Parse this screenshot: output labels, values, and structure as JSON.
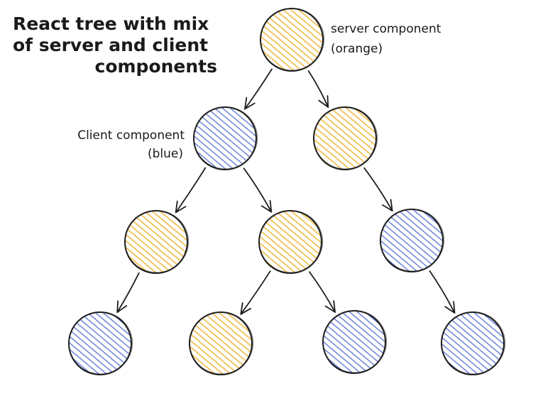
{
  "title_lines": [
    "React tree with mix",
    "of server and client",
    "components"
  ],
  "annotations": {
    "server_line1": "server component",
    "server_line2": "(orange)",
    "client_line1": "Client component",
    "client_line2": "(blue)"
  },
  "colors": {
    "server": "#f2bd4b",
    "client": "#6d83db",
    "stroke": "#1e1e1e"
  },
  "nodes": [
    {
      "id": "n1",
      "type": "server"
    },
    {
      "id": "n2",
      "type": "client"
    },
    {
      "id": "n3",
      "type": "server"
    },
    {
      "id": "n4",
      "type": "server"
    },
    {
      "id": "n5",
      "type": "server"
    },
    {
      "id": "n6",
      "type": "client"
    },
    {
      "id": "n7",
      "type": "client"
    },
    {
      "id": "n8",
      "type": "server"
    },
    {
      "id": "n9",
      "type": "client"
    },
    {
      "id": "n10",
      "type": "client"
    }
  ],
  "edges": [
    {
      "from": "n1",
      "to": "n2"
    },
    {
      "from": "n1",
      "to": "n3"
    },
    {
      "from": "n2",
      "to": "n4"
    },
    {
      "from": "n2",
      "to": "n5"
    },
    {
      "from": "n3",
      "to": "n6"
    },
    {
      "from": "n4",
      "to": "n7"
    },
    {
      "from": "n5",
      "to": "n8"
    },
    {
      "from": "n5",
      "to": "n9"
    },
    {
      "from": "n6",
      "to": "n10"
    }
  ]
}
